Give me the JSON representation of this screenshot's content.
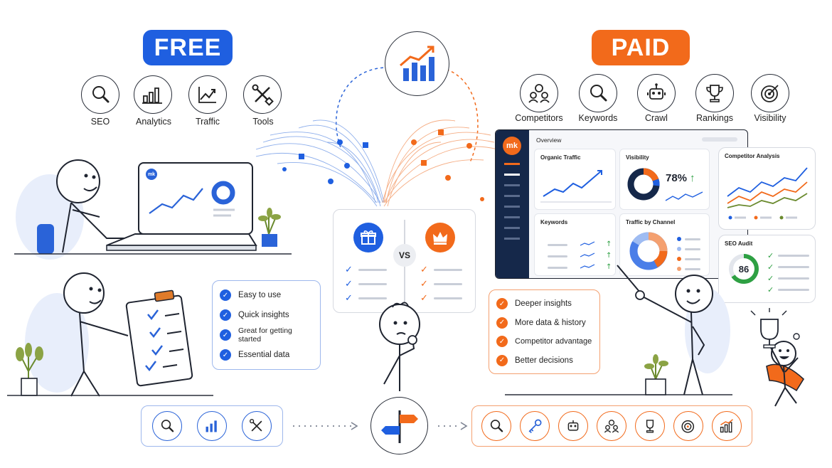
{
  "free": {
    "badge": "FREE",
    "color": "#1f5fe0",
    "icons": [
      {
        "label": "SEO",
        "icon": "magnifier-icon"
      },
      {
        "label": "Analytics",
        "icon": "bar-chart-icon"
      },
      {
        "label": "Traffic",
        "icon": "trend-line-icon"
      },
      {
        "label": "Tools",
        "icon": "tools-icon"
      }
    ],
    "benefits": [
      "Easy to use",
      "Quick insights",
      "Great for getting started",
      "Essential data"
    ]
  },
  "paid": {
    "badge": "PAID",
    "color": "#f26a1b",
    "icons": [
      {
        "label": "Competitors",
        "icon": "people-icon"
      },
      {
        "label": "Keywords",
        "icon": "magnifier-icon"
      },
      {
        "label": "Crawl",
        "icon": "robot-icon"
      },
      {
        "label": "Rankings",
        "icon": "trophy-icon"
      },
      {
        "label": "Visibility",
        "icon": "target-icon"
      }
    ],
    "benefits": [
      "Deeper insights",
      "More data & history",
      "Competitor advantage",
      "Better decisions"
    ]
  },
  "vs": {
    "label": "VS"
  },
  "dashboard": {
    "logo": "mk",
    "overview": "Overview",
    "organic_traffic": "Organic Traffic",
    "visibility": "Visibility",
    "visibility_value": "78%",
    "competitor_analysis": "Competitor Analysis",
    "keywords": "Keywords",
    "traffic_by_channel": "Traffic by Channel",
    "seo_audit": "SEO Audit",
    "seo_audit_score": "86"
  },
  "laptop": {
    "logo": "mk"
  },
  "bottom": {
    "free_icons": [
      "magnifier-icon",
      "bar-chart-icon",
      "tools-icon"
    ],
    "paid_icons": [
      "magnifier-icon",
      "key-icon",
      "robot-icon",
      "people-icon",
      "trophy-icon",
      "target-icon",
      "bar-chart-icon"
    ]
  }
}
